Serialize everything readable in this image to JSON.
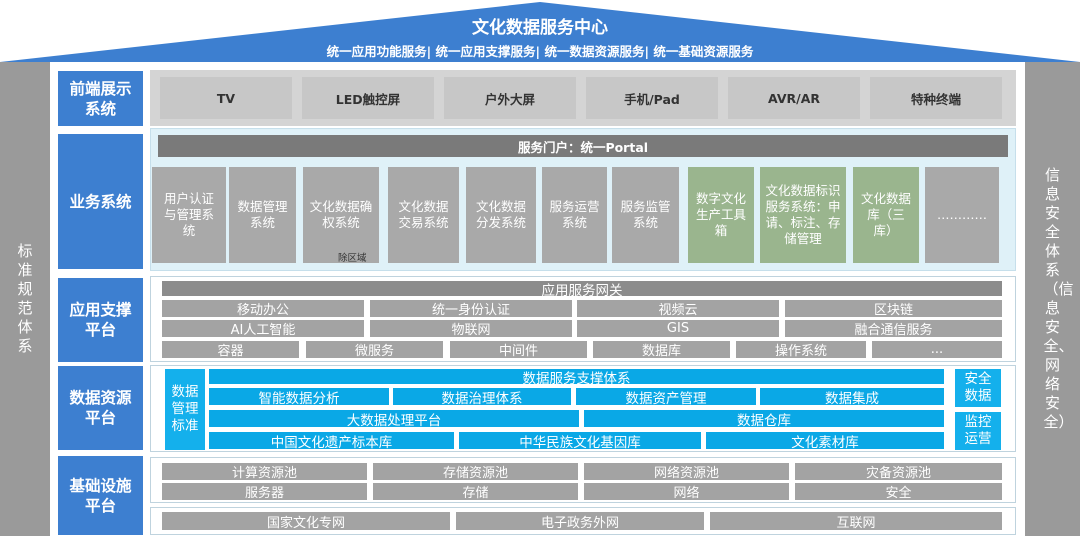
{
  "title": "文化数据服务中心",
  "subtitle": "统一应用功能服务| 统一应用支撑服务| 统一数据资源服务| 统一基础资源服务",
  "left_pillar": "标准规范体系",
  "right_pillar": "信息安全体系（信息安全、网络安全）",
  "frontend": {
    "label": "前端展示系统",
    "terminals": [
      "TV",
      "LED触控屏",
      "户外大屏",
      "手机/Pad",
      "AVR/AR",
      "特种终端"
    ]
  },
  "business": {
    "label": "业务系统",
    "portal": "服务门户：统一Portal",
    "systems": [
      "用户认证与管理系统",
      "数据管理系统",
      "文化数据确权系统",
      "文化数据交易系统",
      "文化数据分发系统",
      "服务运营系统",
      "服务监管系统",
      "数字文化生产工具箱",
      "文化数据标识服务系统：申请、标注、存储管理",
      "文化数据库（三库）",
      "…………"
    ],
    "note": "除区域"
  },
  "app_support": {
    "label": "应用支撑平台",
    "gateway": "应用服务网关",
    "row1": [
      "移动办公",
      "统一身份认证",
      "视频云",
      "区块链"
    ],
    "row2": [
      "AI人工智能",
      "物联网",
      "GIS",
      "融合通信服务"
    ],
    "row3": [
      "容器",
      "微服务",
      "中间件",
      "数据库",
      "操作系统",
      "..."
    ]
  },
  "data_resource": {
    "label": "数据资源平台",
    "left_box": "数据管理标准",
    "support": "数据服务支撑体系",
    "row1": [
      "智能数据分析",
      "数据治理体系",
      "数据资产管理",
      "数据集成"
    ],
    "row2": [
      "大数据处理平台",
      "数据仓库"
    ],
    "row3": [
      "中国文化遗产标本库",
      "中华民族文化基因库",
      "文化素材库"
    ],
    "right_top": "安全数据",
    "right_bottom": "监控运营"
  },
  "infrastructure": {
    "label": "基础设施平台",
    "row1": [
      "计算资源池",
      "存储资源池",
      "网络资源池",
      "灾备资源池"
    ],
    "row2": [
      "服务器",
      "存储",
      "网络",
      "安全"
    ],
    "networks": [
      "国家文化专网",
      "电子政务外网",
      "互联网"
    ]
  }
}
